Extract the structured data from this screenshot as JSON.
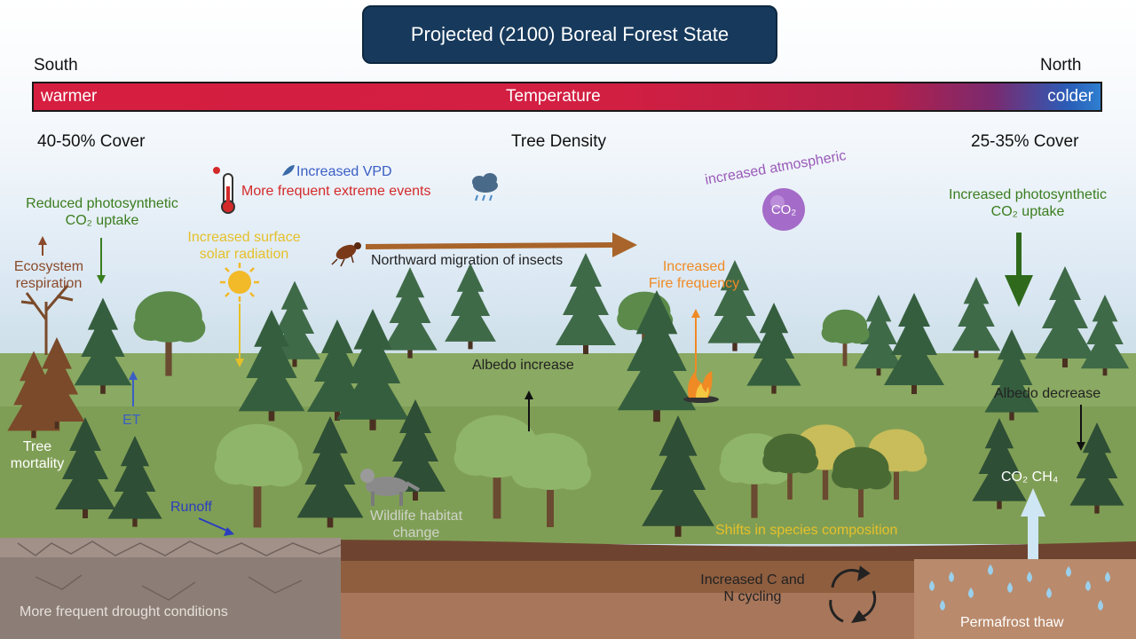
{
  "title": "Projected (2100) Boreal Forest State",
  "direction": {
    "left": "South",
    "right": "North"
  },
  "temperature_bar": {
    "left": "warmer",
    "center": "Temperature",
    "right": "colder"
  },
  "density": {
    "left": "40-50% Cover",
    "center": "Tree Density",
    "right": "25-35% Cover"
  },
  "labels": {
    "vpd": "Increased VPD",
    "extreme_events": "More frequent extreme events",
    "reduced_photo_line1": "Reduced photosynthetic",
    "reduced_photo_line2": "CO₂ uptake",
    "eco_resp_line1": "Ecosystem",
    "eco_resp_line2": "respiration",
    "solar_line1": "Increased surface",
    "solar_line2": "solar radiation",
    "insects": "Northward migration of insects",
    "atmospheric": "increased atmospheric",
    "co2_bubble": "CO₂",
    "increased_photo_line1": "Increased photosynthetic",
    "increased_photo_line2": "CO₂ uptake",
    "fire_line1": "Increased",
    "fire_line2": "Fire frequency",
    "albedo_increase": "Albedo increase",
    "albedo_decrease": "Albedo decrease",
    "et": "ET",
    "tree_mortality_line1": "Tree",
    "tree_mortality_line2": "mortality",
    "runoff": "Runoff",
    "wildlife_line1": "Wildlife habitat",
    "wildlife_line2": "change",
    "species": "Shifts in species composition",
    "gas": "CO₂ CH₄",
    "cycling_line1": "Increased C and",
    "cycling_line2": "N cycling",
    "drought": "More frequent drought conditions",
    "permafrost": "Permafrost thaw"
  },
  "colors": {
    "title_box": "#173a5c",
    "green_text": "#3a7d1e",
    "brown_text": "#8a4a2a",
    "yellow_text": "#e6c02a",
    "orange_text": "#f08a24",
    "purple_text": "#9a5ab8",
    "blue_text": "#3a5ec4",
    "red_text": "#d42a2a"
  }
}
